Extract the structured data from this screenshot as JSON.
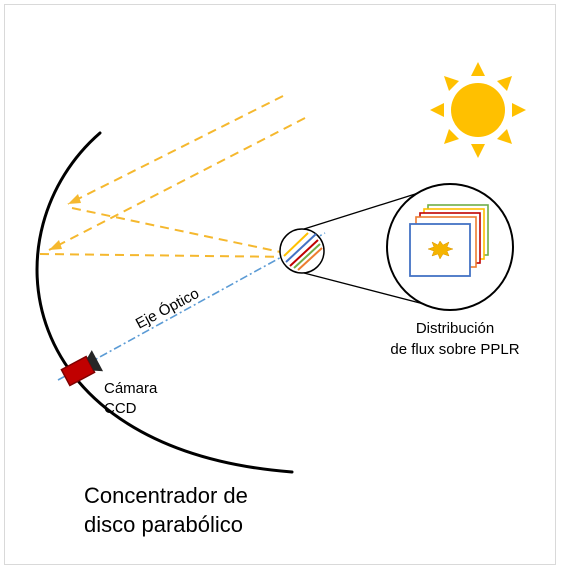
{
  "labels": {
    "optical_axis": "Eje Óptico",
    "camera_line1": "Cámara",
    "camera_line2": "CCD",
    "flux_line1": "Distribución",
    "flux_line2": "de flux sobre PPLR",
    "concentrator_line1": "Concentrador de",
    "concentrator_line2": "disco parabólico"
  },
  "colors": {
    "dish": "#000000",
    "sun": "#FFC000",
    "rays": "#F5B82E",
    "optical_axis": "#5B9BD5",
    "camera": "#C00000",
    "target_front": "#4472C4",
    "target_layers": [
      "#70AD47",
      "#FFC000",
      "#C00000",
      "#ED7D31",
      "#4472C4"
    ]
  }
}
